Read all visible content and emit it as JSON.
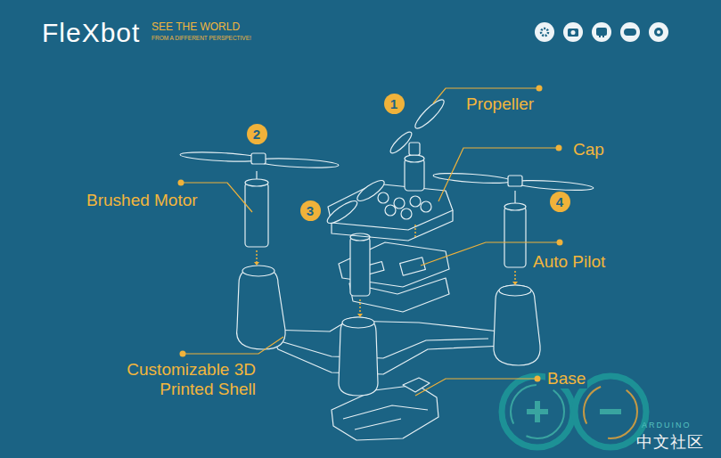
{
  "diagram": {
    "nodes": [
      {
        "text": [
          "1"
        ]
      },
      {
        "text": [
          "2"
        ]
      },
      {
        "text": [
          "3"
        ]
      },
      {
        "text": [
          "4"
        ]
      }
    ],
    "labels": [
      "FleXbot",
      "SEE THE WORLD",
      "FROM A DIFFERENT PERSPECTIVE!",
      "Propeller",
      "Cap",
      "Brushed Motor",
      "Auto Pilot",
      "Customizable 3D Printed Shell",
      "Base",
      "ARDUINO",
      "中文社区"
    ]
  }
}
